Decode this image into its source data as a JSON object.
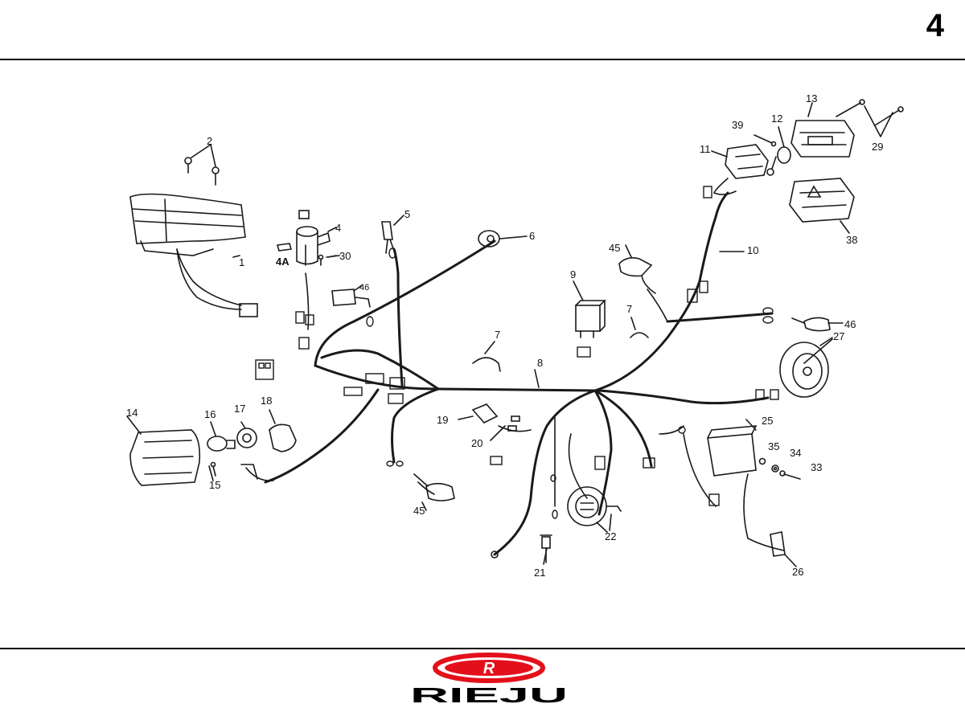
{
  "page": {
    "number": "4"
  },
  "brand": {
    "name": "RIEJU",
    "logo_mark": "R",
    "color": "#e3101b"
  },
  "callouts": {
    "c1": "1",
    "c2": "2",
    "c4": "4",
    "c4a": "4A",
    "c5": "5",
    "c6": "6",
    "c7a": "7",
    "c7b": "7",
    "c8": "8",
    "c9": "9",
    "c10": "10",
    "c11": "11",
    "c12": "12",
    "c13": "13",
    "c14": "14",
    "c15": "15",
    "c16": "16",
    "c17": "17",
    "c18": "18",
    "c19": "19",
    "c20": "20",
    "c21": "21",
    "c22": "22",
    "c25": "25",
    "c26": "26",
    "c27": "27",
    "c29": "29",
    "c30": "30",
    "c33": "33",
    "c34": "34",
    "c35": "35",
    "c38": "38",
    "c39": "39",
    "c45a": "45",
    "c45b": "45",
    "c46a": "46",
    "c46b": "46"
  }
}
